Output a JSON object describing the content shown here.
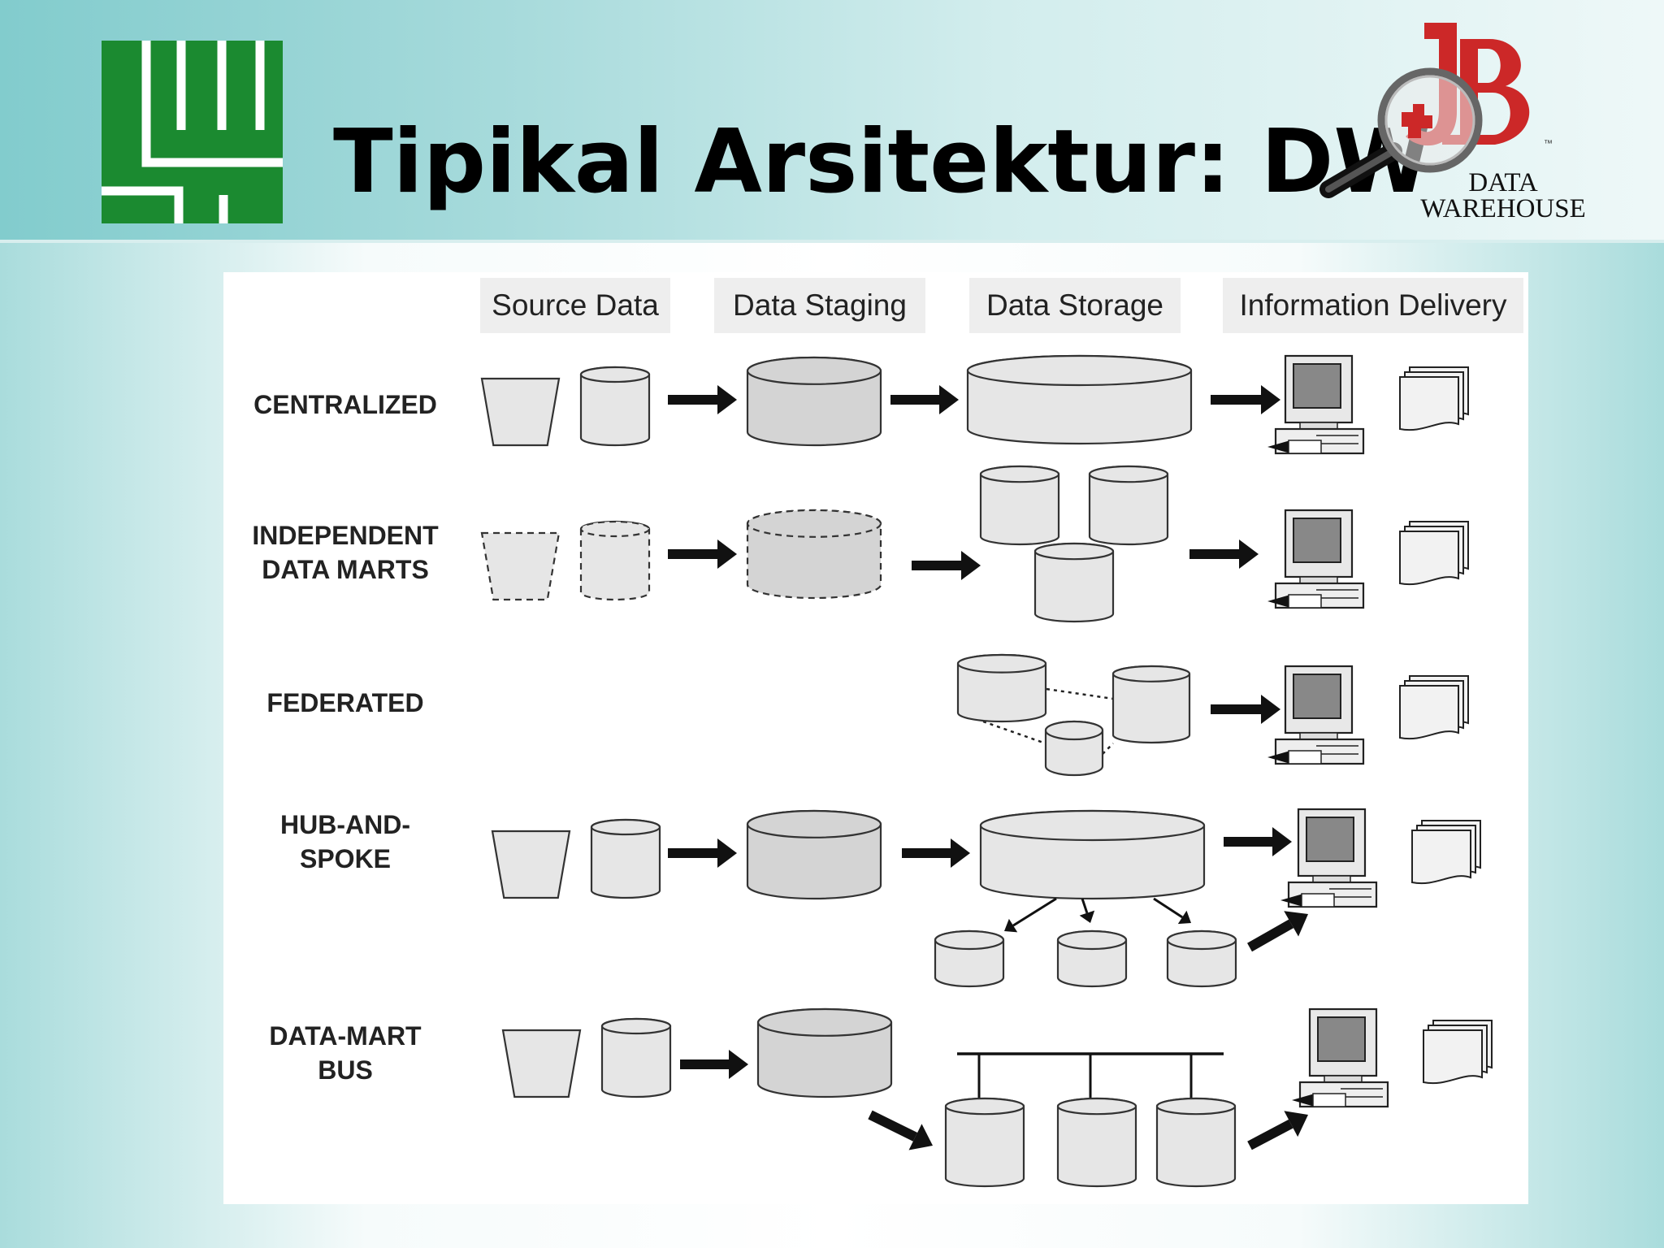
{
  "title": "Tipikal Arsitektur: DW",
  "brand": {
    "line1": "DATA",
    "line2": "WAREHOUSE",
    "tm": "™"
  },
  "columns": [
    "Source Data",
    "Data Staging",
    "Data Storage",
    "Information Delivery"
  ],
  "rows": [
    {
      "id": "centralized",
      "label_lines": [
        "CENTRALIZED"
      ]
    },
    {
      "id": "independent",
      "label_lines": [
        "INDEPENDENT",
        "DATA MARTS"
      ]
    },
    {
      "id": "federated",
      "label_lines": [
        "FEDERATED"
      ]
    },
    {
      "id": "hub",
      "label_lines": [
        "HUB-AND-",
        "SPOKE"
      ]
    },
    {
      "id": "bus",
      "label_lines": [
        "DATA-MART",
        "BUS"
      ]
    }
  ],
  "colors": {
    "logo_green": "#1b8a30",
    "logo_red": "#cc2828",
    "shape_fill": "#e6e6e6",
    "shape_dark": "#d4d4d4"
  }
}
